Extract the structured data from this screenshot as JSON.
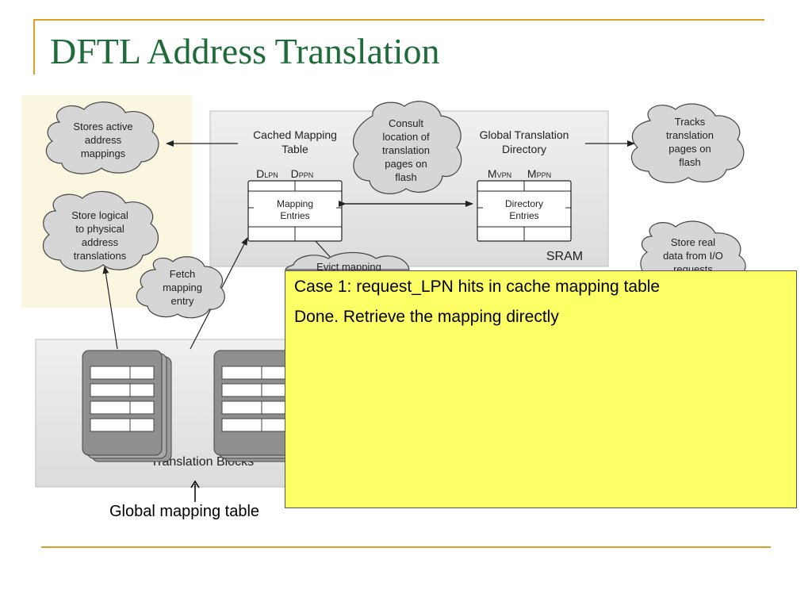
{
  "slide": {
    "title": "DFTL Address Translation"
  },
  "diagram": {
    "clouds": {
      "stores_active": [
        "Stores active",
        "address",
        "mappings"
      ],
      "store_logical": [
        "Store logical",
        "to physical",
        "address",
        "translations"
      ],
      "consult": [
        "Consult",
        "location of",
        "translation",
        "pages on",
        "flash"
      ],
      "tracks": [
        "Tracks",
        "translation",
        "pages on",
        "flash"
      ],
      "store_real": [
        "Store real",
        "data from I/O",
        "requests"
      ],
      "fetch": [
        "Fetch",
        "mapping",
        "entry"
      ],
      "evict": [
        "Evict mapping"
      ]
    },
    "cmt": {
      "title": [
        "Cached Mapping",
        "Table"
      ],
      "col1_main": "D",
      "col1_sub": "LPN",
      "col2_main": "D",
      "col2_sub": "PPN",
      "entries": [
        "Mapping",
        "Entries"
      ]
    },
    "gtd": {
      "title": [
        "Global Translation",
        "Directory"
      ],
      "col1_main": "M",
      "col1_sub": "VPN",
      "col2_main": "M",
      "col2_sub": "PPN",
      "entries": [
        "Directory",
        "Entries"
      ]
    },
    "sram_label": "SRAM",
    "translation_blocks_label": "Translation Blocks"
  },
  "callout": {
    "line1": "Case 1: request_LPN hits in cache mapping table",
    "line2": "Done. Retrieve the mapping directly"
  },
  "annotation": {
    "global_mapping": "Global mapping table"
  },
  "colors": {
    "title": "#1f6b3a",
    "rule": "#d9a02c",
    "callout_bg": "#ffff66",
    "cloud_fill": "#d6d6d6",
    "sram_panel": "#e6e6e6"
  }
}
